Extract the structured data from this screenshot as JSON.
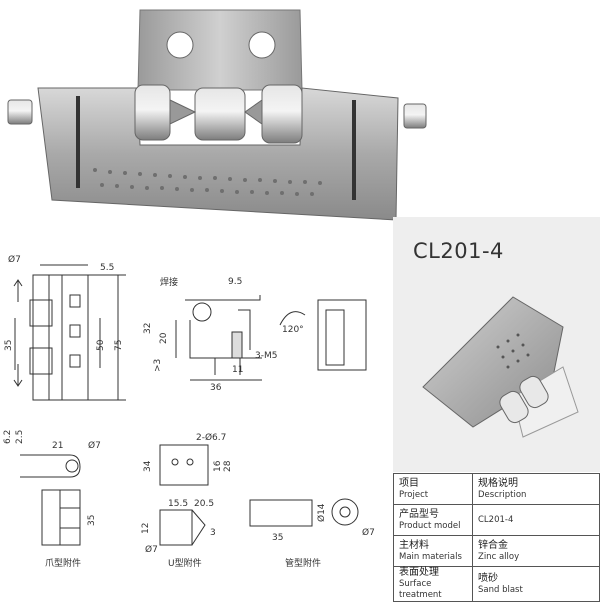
{
  "model": "CL201-4",
  "labels": {
    "weld": "焊接",
    "claw_attachment": "爪型附件",
    "u_attachment": "U型附件",
    "tube_attachment": "管型附件"
  },
  "dims": {
    "d7": "Ø7",
    "d5_5": "5.5",
    "d35": "35",
    "d50": "50",
    "d75": "75",
    "d9_5": "9.5",
    "d32": "32",
    "d20": "20",
    "d3": ">3",
    "d11": "11",
    "d3m5": "3-M5",
    "d36": "36",
    "d6_2": "6.2",
    "d2_5": "2.5",
    "d21": "21",
    "d7b": "Ø7",
    "d35b": "35",
    "d2_6_7": "2-Ø6.7",
    "d34": "34",
    "d16": "16",
    "d28": "28",
    "d15_5": "15.5",
    "d20_5": "20.5",
    "d12": "12",
    "d7c": "Ø7",
    "d3b": "3",
    "d14": "Ø14",
    "d35c": "35",
    "d7d": "Ø7",
    "d120": "120°"
  },
  "spec_table": [
    {
      "label_zh": "项目",
      "label_en": "Project",
      "value_zh": "规格说明",
      "value_en": "Description"
    },
    {
      "label_zh": "产品型号",
      "label_en": "Product model",
      "value_zh": "",
      "value_en": "CL201-4"
    },
    {
      "label_zh": "主材料",
      "label_en": "Main materials",
      "value_zh": "锌合金",
      "value_en": "Zinc alloy"
    },
    {
      "label_zh": "表面处理",
      "label_en": "Surface treatment",
      "value_zh": "喷砂",
      "value_en": "Sand blast"
    }
  ]
}
